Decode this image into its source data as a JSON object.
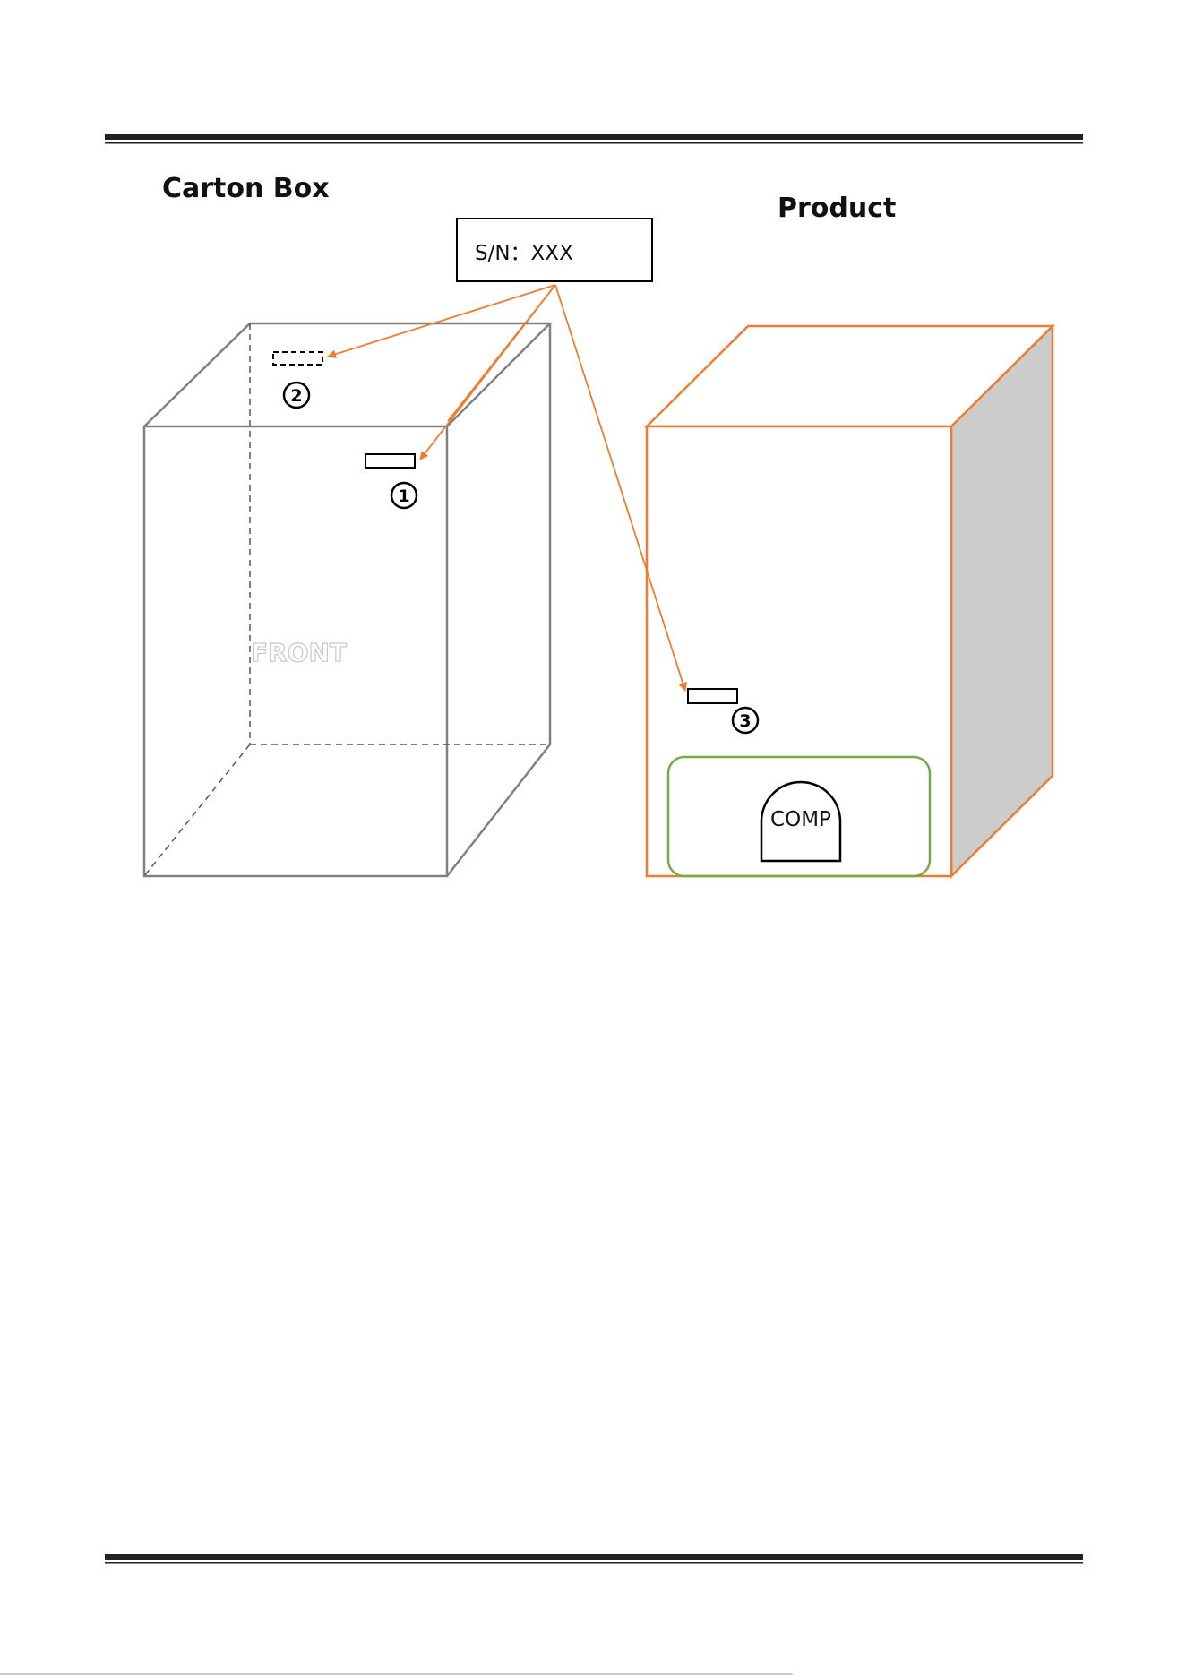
{
  "titles": {
    "carton_box": "Carton Box",
    "product": "Product"
  },
  "serial_label": {
    "text": "S/N：XXX"
  },
  "carton": {
    "front_label": "FRONT"
  },
  "product": {
    "component_label": "COMP"
  },
  "markers": [
    {
      "id": "1",
      "label": "1"
    },
    {
      "id": "2",
      "label": "2"
    },
    {
      "id": "3",
      "label": "3"
    }
  ],
  "colors": {
    "carton_outline": "#808080",
    "product_outline": "#ed7d31",
    "arrow": "#ed7d31",
    "component_area": "#70ad47",
    "product_side_fill": "#cccccc",
    "rule": "#222222"
  }
}
